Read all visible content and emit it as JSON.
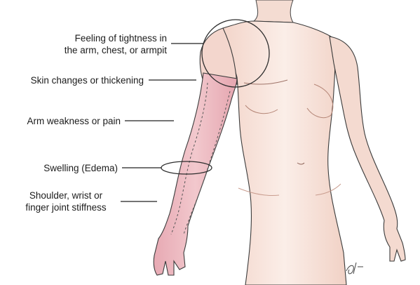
{
  "diagram": {
    "labels": [
      "Feeling of tightness in\nthe arm, chest, or armpit",
      "Skin changes or thickening",
      "Arm weakness or pain",
      "Swelling (Edema)",
      "Shoulder, wrist or\nfinger joint stiffness"
    ],
    "colors": {
      "skin": "#f6e1d9",
      "skin_shadow": "#e9c6b8",
      "affected_arm": "#eab7bf",
      "outline": "#333333",
      "leader_line": "#222222"
    }
  }
}
